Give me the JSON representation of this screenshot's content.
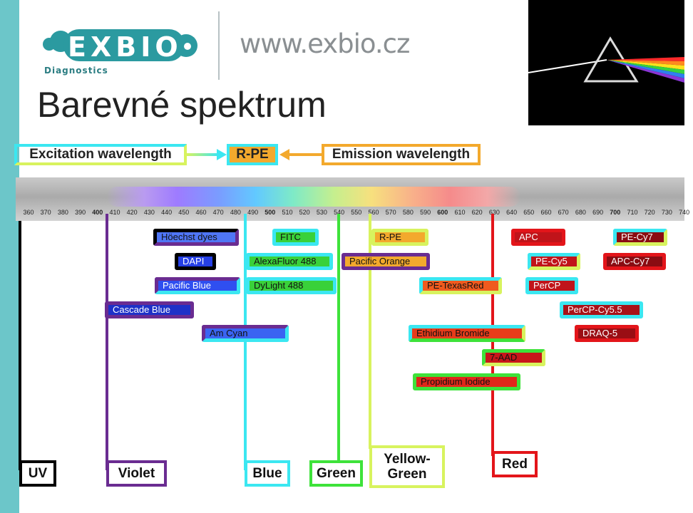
{
  "logo": {
    "brand": "EXBIO",
    "subtitle": "Diagnostics",
    "url": "www.exbio.cz"
  },
  "title": "Barevné spektrum",
  "header": {
    "excitation": "Excitation wavelength",
    "example": "R-PE",
    "emission": "Emission wavelength"
  },
  "ticks": [
    "360",
    "370",
    "380",
    "390",
    "400",
    "410",
    "420",
    "430",
    "440",
    "450",
    "460",
    "470",
    "480",
    "490",
    "500",
    "510",
    "520",
    "530",
    "540",
    "550",
    "560",
    "570",
    "580",
    "590",
    "600",
    "610",
    "620",
    "630",
    "640",
    "650",
    "660",
    "670",
    "680",
    "690",
    "700",
    "710",
    "720",
    "730",
    "740"
  ],
  "dyes": [
    "Höechst dyes",
    "DAPI",
    "Pacific Blue",
    "Cascade Blue",
    "FITC",
    "AlexaFluor 488",
    "DyLight 488",
    "Am Cyan",
    "R-PE",
    "Pacific Orange",
    "PE-TexasRed",
    "Ethidium Bromide",
    "7-AAD",
    "Propidium Iodide",
    "APC",
    "PE-Cy5",
    "PerCP",
    "PerCP-Cy5.5",
    "DRAQ-5",
    "PE-Cy7",
    "APC-Cy7"
  ],
  "lasers": [
    "UV",
    "Violet",
    "Blue",
    "Green",
    "Yellow-\nGreen",
    "Red"
  ],
  "colors": {
    "teal": "#6cc6c9",
    "uv": "#000000",
    "violet": "#6a2c91",
    "blue": "#3be7f1",
    "green": "#3ee23a",
    "yellow_green": "#d8f35e",
    "red": "#e3151a",
    "orange": "#f3a92d"
  }
}
